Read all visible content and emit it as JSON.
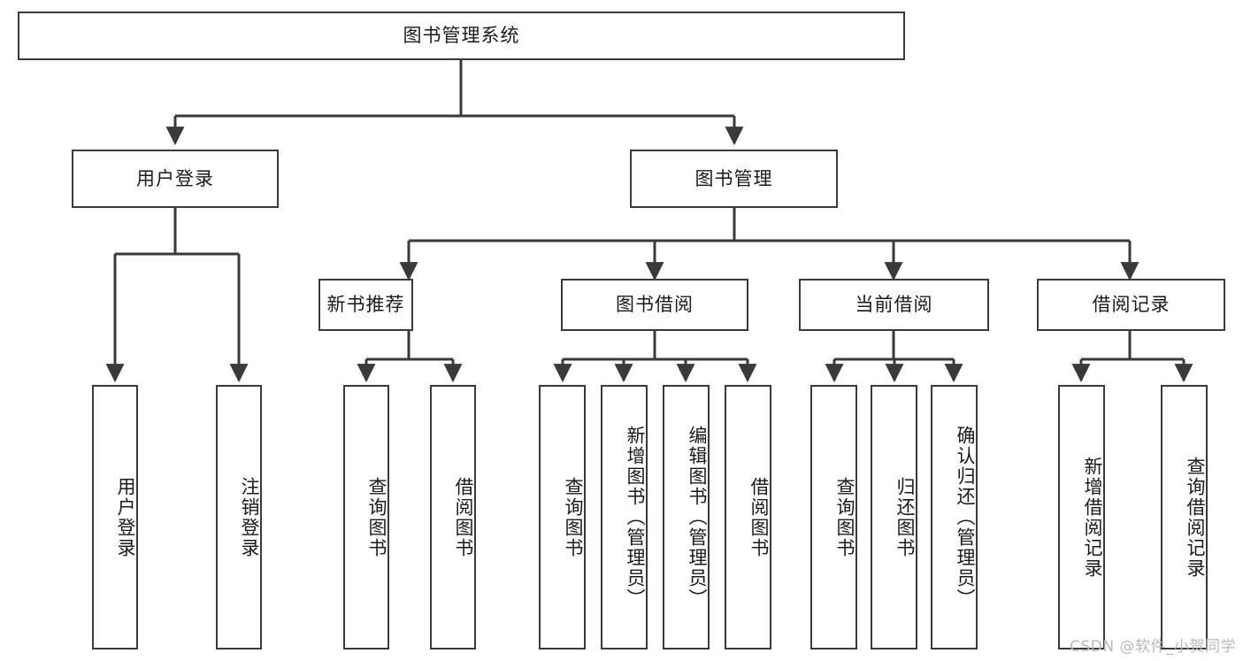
{
  "diagram": {
    "type": "tree-hierarchy-chart",
    "title_text": "图书管理系统",
    "line_color": "#3a3a3a",
    "box_fill": "#ffffff",
    "text_color": "#1a1a1a",
    "root": {
      "label": "图书管理系统"
    },
    "level2": [
      {
        "label": "用户登录"
      },
      {
        "label": "图书管理"
      }
    ],
    "level3": [
      {
        "label": "新书推荐"
      },
      {
        "label": "图书借阅"
      },
      {
        "label": "当前借阅"
      },
      {
        "label": "借阅记录"
      }
    ],
    "leaves": {
      "user_login": [
        {
          "label": "用户登录"
        },
        {
          "label": "注销登录"
        }
      ],
      "new_book_recommend": [
        {
          "label": "查询图书"
        },
        {
          "label": "借阅图书"
        }
      ],
      "book_borrow": [
        {
          "label": "查询图书"
        },
        {
          "label": "新增图书（管理员）"
        },
        {
          "label": "编辑图书（管理员）"
        },
        {
          "label": "借阅图书"
        }
      ],
      "current_borrow": [
        {
          "label": "查询图书"
        },
        {
          "label": "归还图书"
        },
        {
          "label": "确认归还（管理员）"
        }
      ],
      "borrow_record": [
        {
          "label": "新增借阅记录"
        },
        {
          "label": "查询借阅记录"
        }
      ]
    }
  },
  "watermark": {
    "text": "CSDN @软件_小贺同学"
  }
}
